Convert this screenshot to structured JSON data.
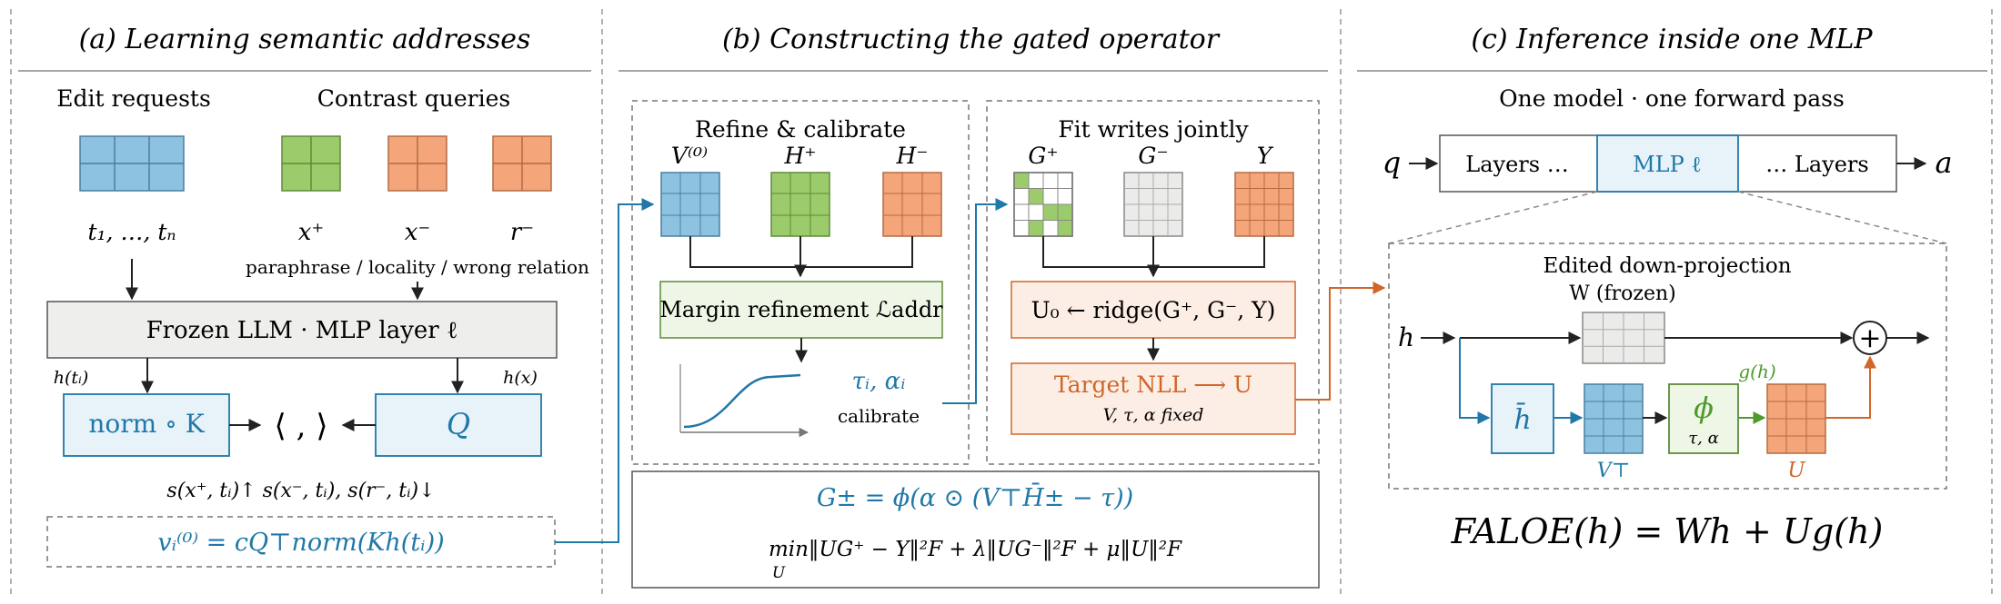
{
  "panels": {
    "a": {
      "title": "(a) Learning semantic addresses",
      "edit_requests_label": "Edit requests",
      "contrast_queries_label": "Contrast queries",
      "edit_tokens": "t₁, …, tₙ",
      "x_plus": "x⁺",
      "x_minus": "x⁻",
      "r_minus": "r⁻",
      "contrast_caption": "paraphrase / locality / wrong relation",
      "frozen_llm": "Frozen LLM · MLP layer ℓ",
      "h_ti": "h(tᵢ)",
      "h_x": "h(x)",
      "normK": "norm ∘ K",
      "Q": "Q",
      "bracket": "⟨ , ⟩",
      "score_line": "s(x⁺, tᵢ)↑   s(x⁻, tᵢ), s(r⁻, tᵢ)↓",
      "address_formula": "vᵢ⁽⁰⁾ = cQ⊤norm(Kh(tᵢ))"
    },
    "b": {
      "title": "(b) Constructing the gated operator",
      "refine_title": "Refine & calibrate",
      "v0": "V⁽⁰⁾",
      "h_plus": "H⁺",
      "h_minus": "H⁻",
      "margin_refinement": "Margin refinement  ℒaddr",
      "tau_alpha": "τᵢ, αᵢ",
      "calibrate": "calibrate",
      "fit_title": "Fit writes jointly",
      "g_plus": "G⁺",
      "g_minus": "G⁻",
      "y": "Y",
      "ridge": "U₀ ← ridge(G⁺, G⁻, Y)",
      "target_nll": "Target NLL  ⟶  U",
      "fixed": "V, τ, α fixed",
      "g_formula": "G± = ϕ(α ⊙ (V⊤H̄± − τ))",
      "min_formula": "min‖UG⁺ − Y‖²F + λ‖UG⁻‖²F + μ‖U‖²F",
      "min_sub": "U"
    },
    "c": {
      "title": "(c) Inference inside one MLP",
      "subtitle": "One model · one forward pass",
      "q": "q",
      "a": "a",
      "layers_left": "Layers …",
      "mlp": "MLP ℓ",
      "layers_right": "… Layers",
      "edited_title": "Edited down-projection",
      "w_frozen": "W (frozen)",
      "h": "h",
      "h_bar": "h̄",
      "phi": "ϕ",
      "phi_sub": "τ, α",
      "g_h": "g(h)",
      "v_t": "V⊤",
      "u": "U",
      "plus": "+",
      "final_formula": "FALOE(h) = Wh + Ug(h)"
    }
  },
  "colors": {
    "blue": "#8dc3e0",
    "green": "#9ccb6b",
    "orange": "#f4a57a",
    "gray": "#e8eae8",
    "blue_text": "#1f78a8",
    "orange_text": "#d0662a",
    "green_text": "#4e9a2e"
  }
}
